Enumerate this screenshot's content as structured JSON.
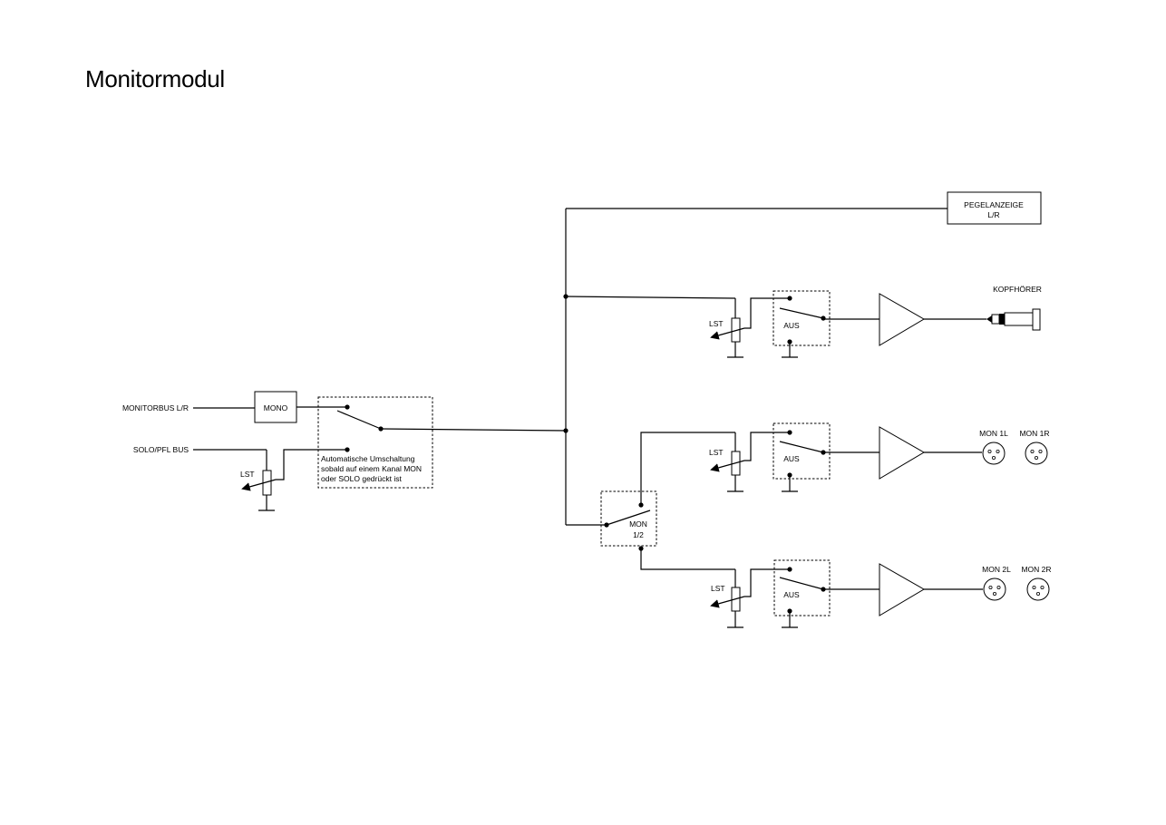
{
  "title": "Monitormodul",
  "inputs": {
    "monitorbus": "MONITORBUS L/R",
    "solo_bus": "SOLO/PFL BUS"
  },
  "blocks": {
    "mono": "MONO",
    "auto_switch_note": [
      "Automatische  Umschaltung",
      "sobald auf einem Kanal MON",
      "oder SOLO gedrückt ist"
    ],
    "meter": [
      "PEGELANZEIGE",
      "L/R"
    ],
    "mon_select": [
      "MON",
      "1/2"
    ]
  },
  "labels": {
    "lst": "LST",
    "aus": "AUS"
  },
  "outputs": {
    "headphones": "KOPFHÖRER",
    "mon1": [
      "MON 1L",
      "MON 1R"
    ],
    "mon2": [
      "MON 2L",
      "MON 2R"
    ]
  }
}
